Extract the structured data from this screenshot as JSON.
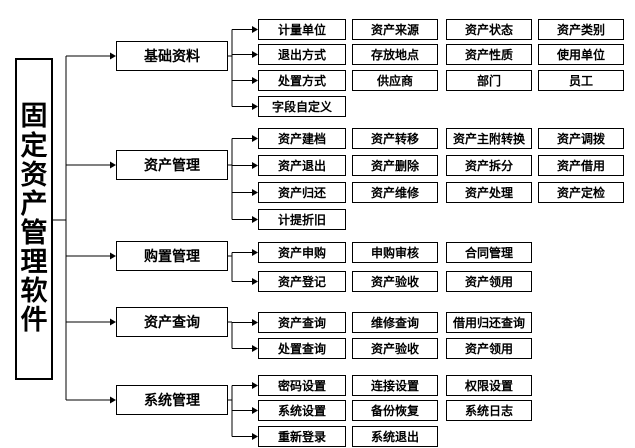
{
  "root": {
    "label": "固定资产管理软件",
    "chars": [
      "固",
      "定",
      "资",
      "产",
      "管",
      "理",
      "软",
      "件"
    ]
  },
  "categories": [
    {
      "label": "基础资料",
      "items": [
        "计量单位",
        "资产来源",
        "资产状态",
        "资产类别",
        "退出方式",
        "存放地点",
        "资产性质",
        "使用单位",
        "处置方式",
        "供应商",
        "部门",
        "员工",
        "字段自定义"
      ]
    },
    {
      "label": "资产管理",
      "items": [
        "资产建档",
        "资产转移",
        "资产主附转换",
        "资产调拨",
        "资产退出",
        "资产删除",
        "资产拆分",
        "资产借用",
        "资产归还",
        "资产维修",
        "资产处理",
        "资产定检",
        "计提折旧"
      ]
    },
    {
      "label": "购置管理",
      "items": [
        "资产申购",
        "申购审核",
        "合同管理",
        "资产登记",
        "资产验收",
        "资产领用"
      ]
    },
    {
      "label": "资产查询",
      "items": [
        "资产查询",
        "维修查询",
        "借用归还查询",
        "处置查询",
        "资产验收",
        "资产领用"
      ]
    },
    {
      "label": "系统管理",
      "items": [
        "密码设置",
        "连接设置",
        "权限设置",
        "系统设置",
        "备份恢复",
        "系统日志",
        "重新登录",
        "系统退出"
      ]
    }
  ]
}
